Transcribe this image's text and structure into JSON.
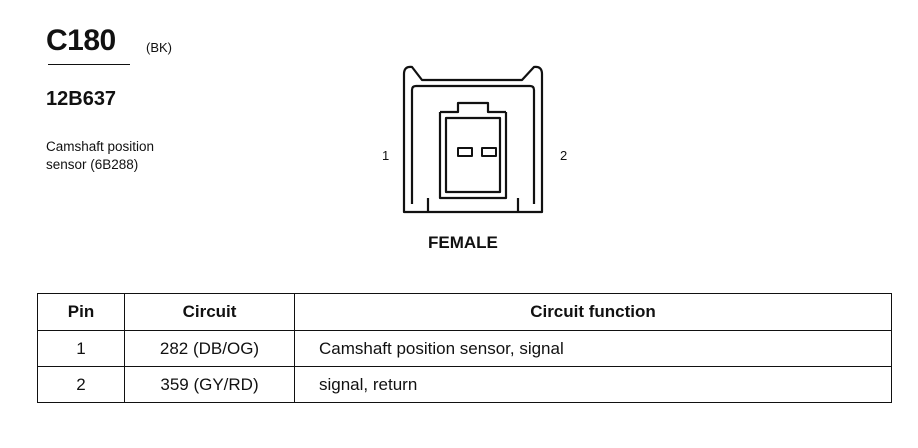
{
  "connector": {
    "id": "C180",
    "color": "(BK)",
    "part_number": "12B637",
    "description_lines": [
      "Camshaft position",
      "sensor (6B288)"
    ],
    "gender": "FEMALE",
    "pin_labels": [
      "1",
      "2"
    ]
  },
  "table": {
    "headers": [
      "Pin",
      "Circuit",
      "Circuit function"
    ],
    "rows": [
      {
        "pin": "1",
        "circuit": "282 (DB/OG)",
        "function": "Camshaft position sensor, signal"
      },
      {
        "pin": "2",
        "circuit": "359 (GY/RD)",
        "function": "signal, return"
      }
    ]
  }
}
